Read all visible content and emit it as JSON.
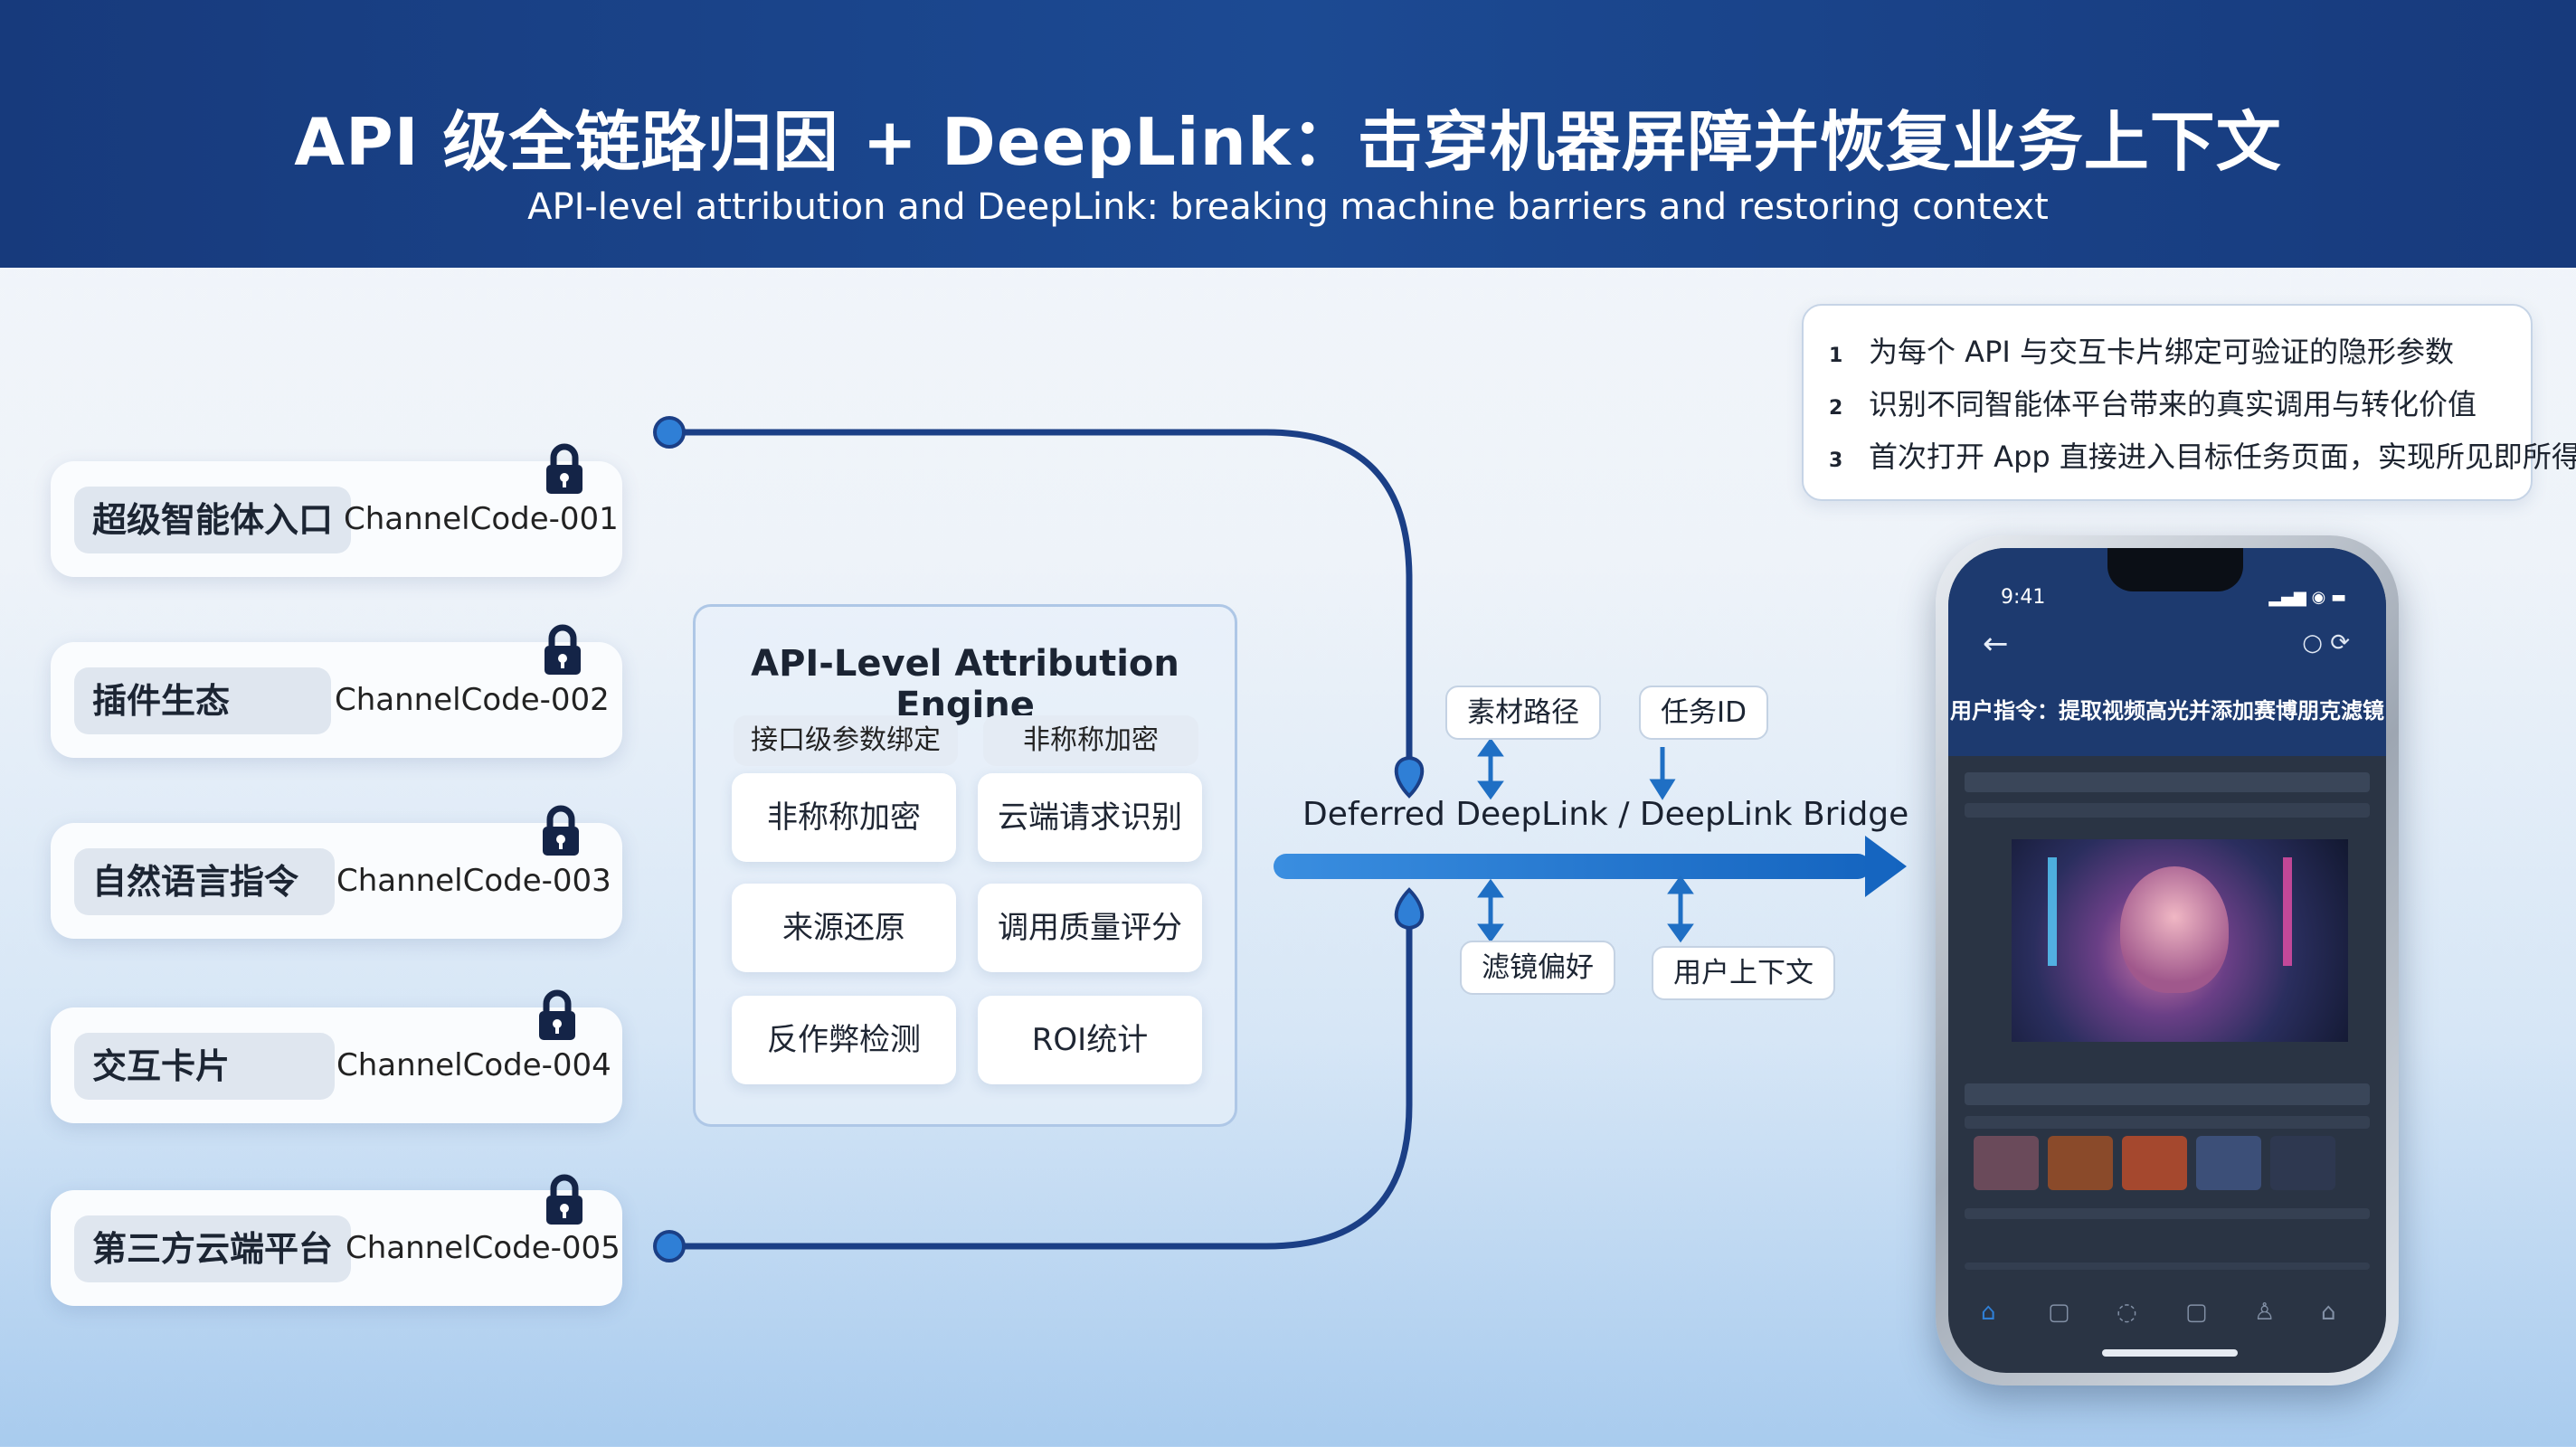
{
  "header": {
    "title": "API 级全链路归因 + DeepLink：击穿机器屏障并恢复业务上下文",
    "subtitle": "API-level attribution and DeepLink: breaking machine barriers and restoring context"
  },
  "channels": [
    {
      "name": "超级智能体入口",
      "code": "ChannelCode-001"
    },
    {
      "name": "插件生态",
      "code": "ChannelCode-002"
    },
    {
      "name": "自然语言指令",
      "code": "ChannelCode-003"
    },
    {
      "name": "交互卡片",
      "code": "ChannelCode-004"
    },
    {
      "name": "第三方云端平台",
      "code": "ChannelCode-005"
    }
  ],
  "engine": {
    "title": "API-Level Attribution Engine",
    "chips": [
      "接口级参数绑定",
      "非称称加密"
    ],
    "cells": [
      "非称称加密",
      "云端请求识别",
      "来源还原",
      "调用质量评分",
      "反作弊检测",
      "ROI统计"
    ]
  },
  "bridge": {
    "label": "Deferred DeepLink / DeepLink Bridge",
    "params": {
      "material_path": "素材路径",
      "task_id": "任务ID",
      "filter_pref": "滤镜偏好",
      "user_context": "用户上下文"
    }
  },
  "benefits": [
    {
      "num": "1",
      "text": "为每个 API 与交互卡片绑定可验证的隐形参数"
    },
    {
      "num": "2",
      "text": "识别不同智能体平台带来的真实调用与转化价值"
    },
    {
      "num": "3",
      "text": "首次打开 App 直接进入目标任务页面，实现所见即所得"
    }
  ],
  "phone": {
    "time": "9:41",
    "command": "用户指令：提取视频高光并添加赛博朋克滤镜"
  },
  "colors": {
    "header": "#1c4a93",
    "line": "#1b3f86",
    "arrow": "#1f6fc4",
    "accent": "#2f7fd6"
  },
  "icons": [
    "lock-icon",
    "back-arrow-icon",
    "home-icon"
  ]
}
